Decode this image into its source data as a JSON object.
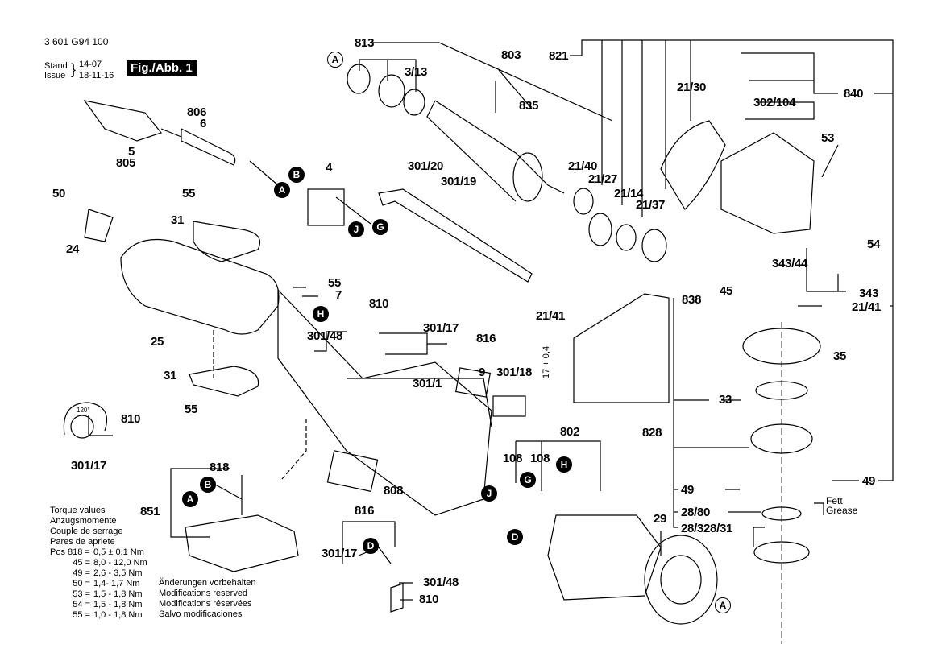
{
  "header": {
    "part_number": "3 601 G94 100",
    "stand_label": "Stand",
    "issue_label": "Issue",
    "old_date": "14-07",
    "issue_date": "18-11-16",
    "figure_label": "Fig./Abb. 1"
  },
  "torque": {
    "titles": [
      "Torque values",
      "Anzugsmomente",
      "Couple de serrage",
      "Pares de apriete"
    ],
    "rows": [
      {
        "pos": "Pos 818 =",
        "value": "0,5 ± 0,1 Nm"
      },
      {
        "pos": "45 =",
        "value": "8,0 - 12,0 Nm"
      },
      {
        "pos": "49 =",
        "value": "2,6 - 3,5 Nm"
      },
      {
        "pos": "50 =",
        "value": "1,4- 1,7 Nm"
      },
      {
        "pos": "53 =",
        "value": "1,5 - 1,8 Nm"
      },
      {
        "pos": "54 =",
        "value": "1,5 - 1,8 Nm"
      },
      {
        "pos": "55 =",
        "value": "1,0 - 1,8 Nm"
      }
    ]
  },
  "disclaimer": [
    "Änderungen vorbehalten",
    "Modifications reserved",
    "Modifications réservées",
    "Salvo modificaciones"
  ],
  "grease_note": {
    "de": "Fett",
    "en": "Grease"
  },
  "dimension": "17 + 0,4",
  "angle": "120°",
  "parts": [
    "813",
    "803",
    "821",
    "3/13",
    "835",
    "21/30",
    "840",
    "302/104",
    "53",
    "806",
    "6",
    "5",
    "805",
    "50",
    "55",
    "31",
    "24",
    "25",
    "4",
    "301/20",
    "301/19",
    "21/40",
    "21/27",
    "21/14",
    "21/37",
    "54",
    "343/44",
    "343",
    "45",
    "838",
    "21/41",
    "21/41",
    "35",
    "55",
    "7",
    "810",
    "301/48",
    "301/17",
    "816",
    "9",
    "301/18",
    "301/1",
    "33",
    "828",
    "49",
    "49",
    "28/80",
    "28/328/31",
    "29",
    "31",
    "55",
    "810",
    "301/17",
    "818",
    "851",
    "808",
    "802",
    "108",
    "108",
    "816",
    "301/17",
    "301/48",
    "810"
  ],
  "connectors": [
    "A",
    "B",
    "G",
    "J",
    "H",
    "D"
  ]
}
